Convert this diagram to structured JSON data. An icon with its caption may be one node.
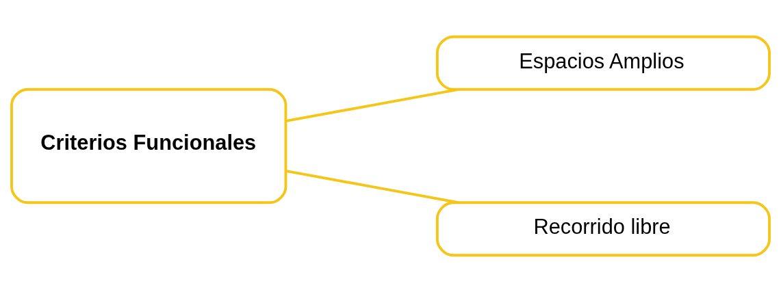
{
  "diagram": {
    "nodes": [
      {
        "text": [
          "Criterios Funcionales"
        ]
      },
      {
        "text": [
          "Espacios Amplios"
        ]
      },
      {
        "text": [
          "Recorrido libre"
        ]
      }
    ],
    "edges": [
      {
        "from": 0,
        "to": 1,
        "arrow": "none"
      },
      {
        "from": 0,
        "to": 2,
        "arrow": "none"
      }
    ]
  }
}
